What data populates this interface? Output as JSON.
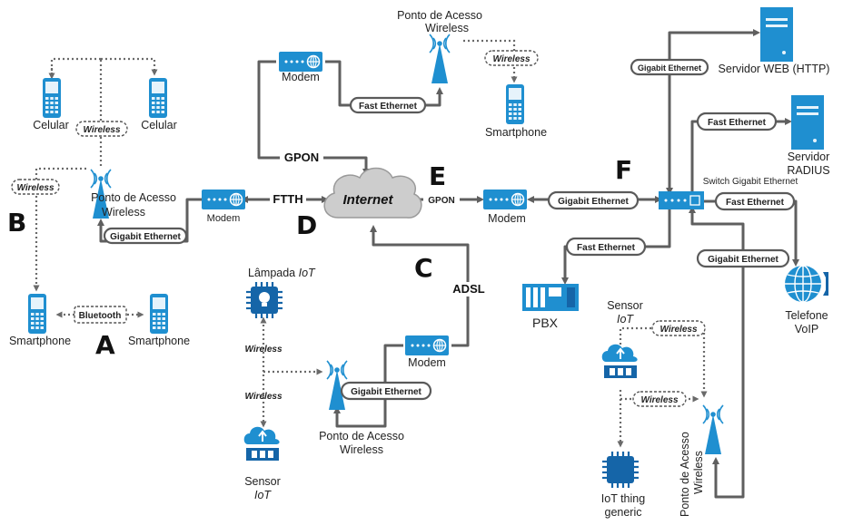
{
  "letters": {
    "a": "A",
    "b": "B",
    "c": "C",
    "d": "D",
    "e": "E",
    "f": "F"
  },
  "nodes": {
    "internet": "Internet",
    "celular_left": "Celular",
    "celular_right": "Celular",
    "ap_left": [
      "Ponto de Acesso",
      "Wireless"
    ],
    "modem_left": "Modem",
    "smartphone_bl": "Smartphone",
    "smartphone_br": "Smartphone",
    "modem_top": "Modem",
    "ap_top": [
      "Ponto de Acesso",
      "Wireless"
    ],
    "smartphone_top": "Smartphone",
    "lampada_label": "Lâmpada",
    "lampada_iot": "IoT",
    "sensor_bottom": "Sensor",
    "sensor_bottom_iot": "IoT",
    "ap_bottom": [
      "Ponto de Acesso",
      "Wireless"
    ],
    "modem_adsl": "Modem",
    "modem_right": "Modem",
    "switch": "Switch Gigabit Ethernet",
    "web_server": "Servidor WEB (HTTP)",
    "radius": [
      "Servidor",
      "RADIUS"
    ],
    "pbx": "PBX",
    "voip": [
      "Telefone",
      "VoIP"
    ],
    "sensor_right": "Sensor",
    "sensor_right_iot": "IoT",
    "iot_generic": [
      "IoT thing",
      "generic"
    ],
    "ap_right": [
      "Ponto de Acesso",
      "Wireless"
    ]
  },
  "links": {
    "wireless": "Wireless",
    "bluetooth": "Bluetooth",
    "gigabit": "Gigabit Ethernet",
    "fast": "Fast Ethernet",
    "gpon": "GPON",
    "ftth": "FTTH",
    "adsl": "ADSL"
  },
  "colors": {
    "device": "#1f8fd0",
    "device_dark": "#1565a8",
    "wire": "#5f5f5f"
  }
}
